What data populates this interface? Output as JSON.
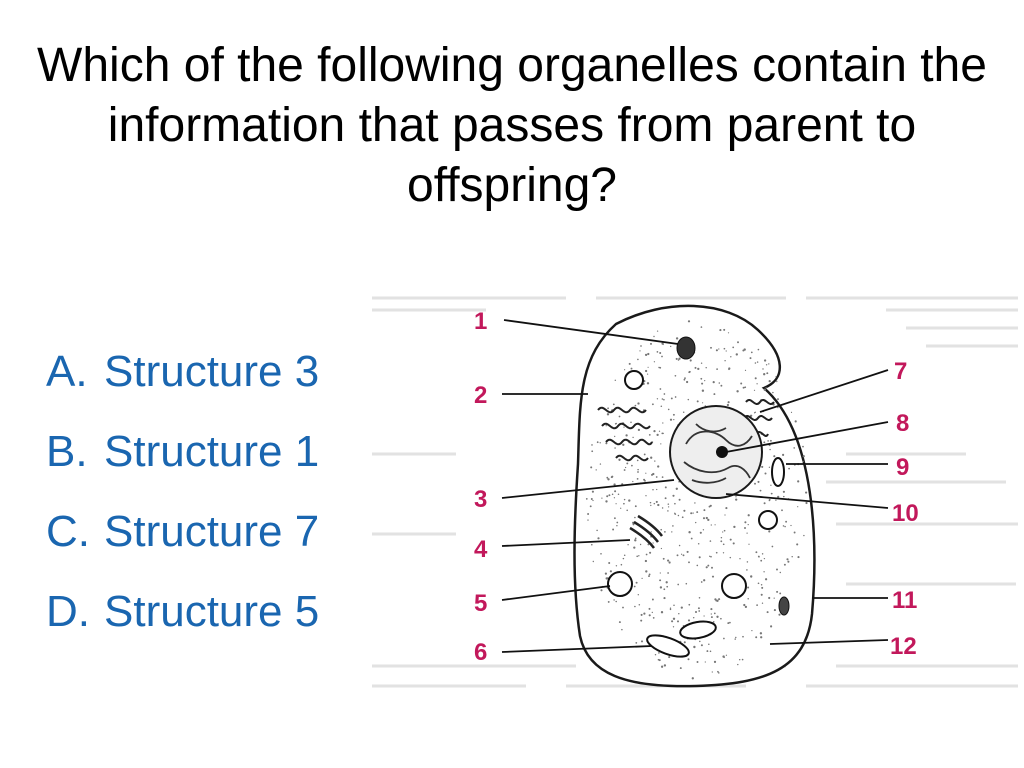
{
  "slide": {
    "title": "Which of the following organelles contain the information that passes from parent to offspring?"
  },
  "answers": [
    {
      "letter": "A.",
      "text": "Structure 3"
    },
    {
      "letter": "B.",
      "text": "Structure 1"
    },
    {
      "letter": "C.",
      "text": "Structure 7"
    },
    {
      "letter": "D.",
      "text": "Structure 5"
    }
  ],
  "figure": {
    "labels": [
      "1",
      "2",
      "7",
      "8",
      "9",
      "3",
      "10",
      "4",
      "5",
      "11",
      "6",
      "12"
    ],
    "label_color": "#c2185b"
  },
  "colors": {
    "answer_text": "#1a66b0",
    "title_text": "#000000"
  }
}
